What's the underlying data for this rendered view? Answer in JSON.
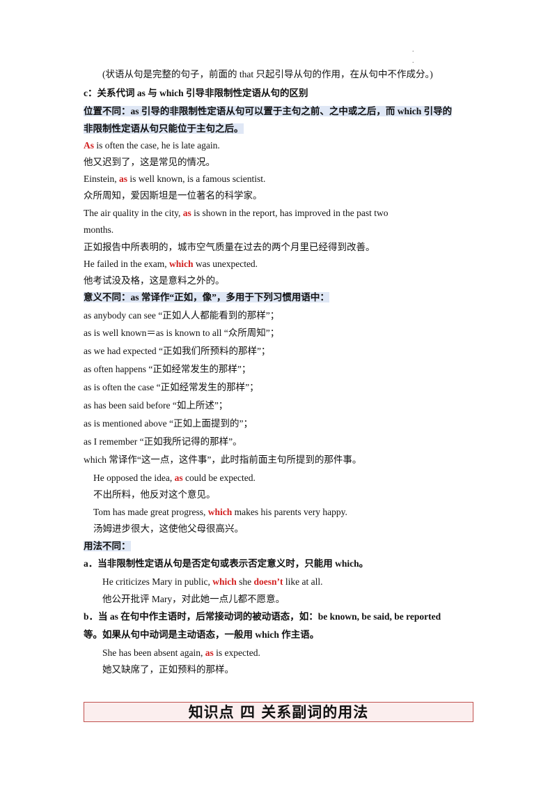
{
  "dots": [
    ".",
    "."
  ],
  "lines": {
    "l01": "(状语从句是完整的句子，前面的 that 只起引导从句的作用，在从句中不作成分。)",
    "l02": "c：关系代词 as 与 which 引导非限制性定语从句的区别",
    "l03": "位置不同：as 引导的非限制性定语从句可以置于主句之前、之中或之后，而 which 引导的",
    "l04": "非限制性定语从句只能位于主句之后。",
    "l05_a": "As",
    "l05_b": " is often the case,  he  is  late  again.",
    "l06": "他又迟到了，这是常见的情况。",
    "l07_a": "Einstein, ",
    "l07_b": "as",
    "l07_c": " is well known, is a famous scientist.",
    "l08": "众所周知，爱因斯坦是一位著名的科学家。",
    "l09_a": "The  air  quality  in  the  city, ",
    "l09_b": "as",
    "l09_c": " is  shown  in  the  report,  has  improved  in  the  past  two",
    "l10": "months.",
    "l11": "正如报告中所表明的，城市空气质量在过去的两个月里已经得到改善。",
    "l12_a": "He failed in the exam, ",
    "l12_b": "which",
    "l12_c": " was unexpected.",
    "l13": "他考试没及格，这是意料之外的。",
    "l14": "意义不同：as 常译作“正如，像”，多用于下列习惯用语中：",
    "l15": "as anybody can see “正如人人都能看到的那样”；",
    "l16": "as is well known＝as is known to all “众所周知”；",
    "l17": "as we had expected “正如我们所预料的那样”；",
    "l18": "as often happens “正如经常发生的那样”；",
    "l19": "as is often the case “正如经常发生的那样”；",
    "l20": "as has been said before “如上所述”；",
    "l21": "as is mentioned above “正如上面提到的”；",
    "l22": "as I remember   “正如我所记得的那样”。",
    "l23": "which 常译作“这一点，这件事”，此时指前面主句所提到的那件事。",
    "l24_a": "He opposed the idea, ",
    "l24_b": "as",
    "l24_c": " could be expected.",
    "l25": "不出所料，他反对这个意见。",
    "l26_a": "Tom has made great progress, ",
    "l26_b": "which",
    "l26_c": " makes his parents very happy.",
    "l27": "汤姆进步很大，这使他父母很高兴。",
    "l28": "用法不同：",
    "l29": "a．当非限制性定语从句是否定句或表示否定意义时，只能用 which。",
    "l30_a": "He  criticizes  Mary  in  public, ",
    "l30_b": "which",
    "l30_c": " she ",
    "l30_d": "doesn’t",
    "l30_e": " like  at  all.",
    "l31": "他公开批评 Mary，对此她一点儿都不愿意。",
    "l32": "b．当 as 在句中作主语时，后常接动词的被动语态，如：be known, be said, be reported",
    "l33": "等。如果从句中动词是主动语态，一般用 which 作主语。",
    "l34_a": "She has been absent again, ",
    "l34_b": "as",
    "l34_c": " is expected.",
    "l35": "她又缺席了，正如预料的那样。"
  },
  "banner": {
    "title": "知识点   四    关系副词的用法"
  },
  "colors": {
    "highlight_text": "#d21f1f",
    "highlight_bg": "#dfe7f5",
    "banner_border": "#c0504d",
    "banner_bg": "#fbeeee"
  }
}
